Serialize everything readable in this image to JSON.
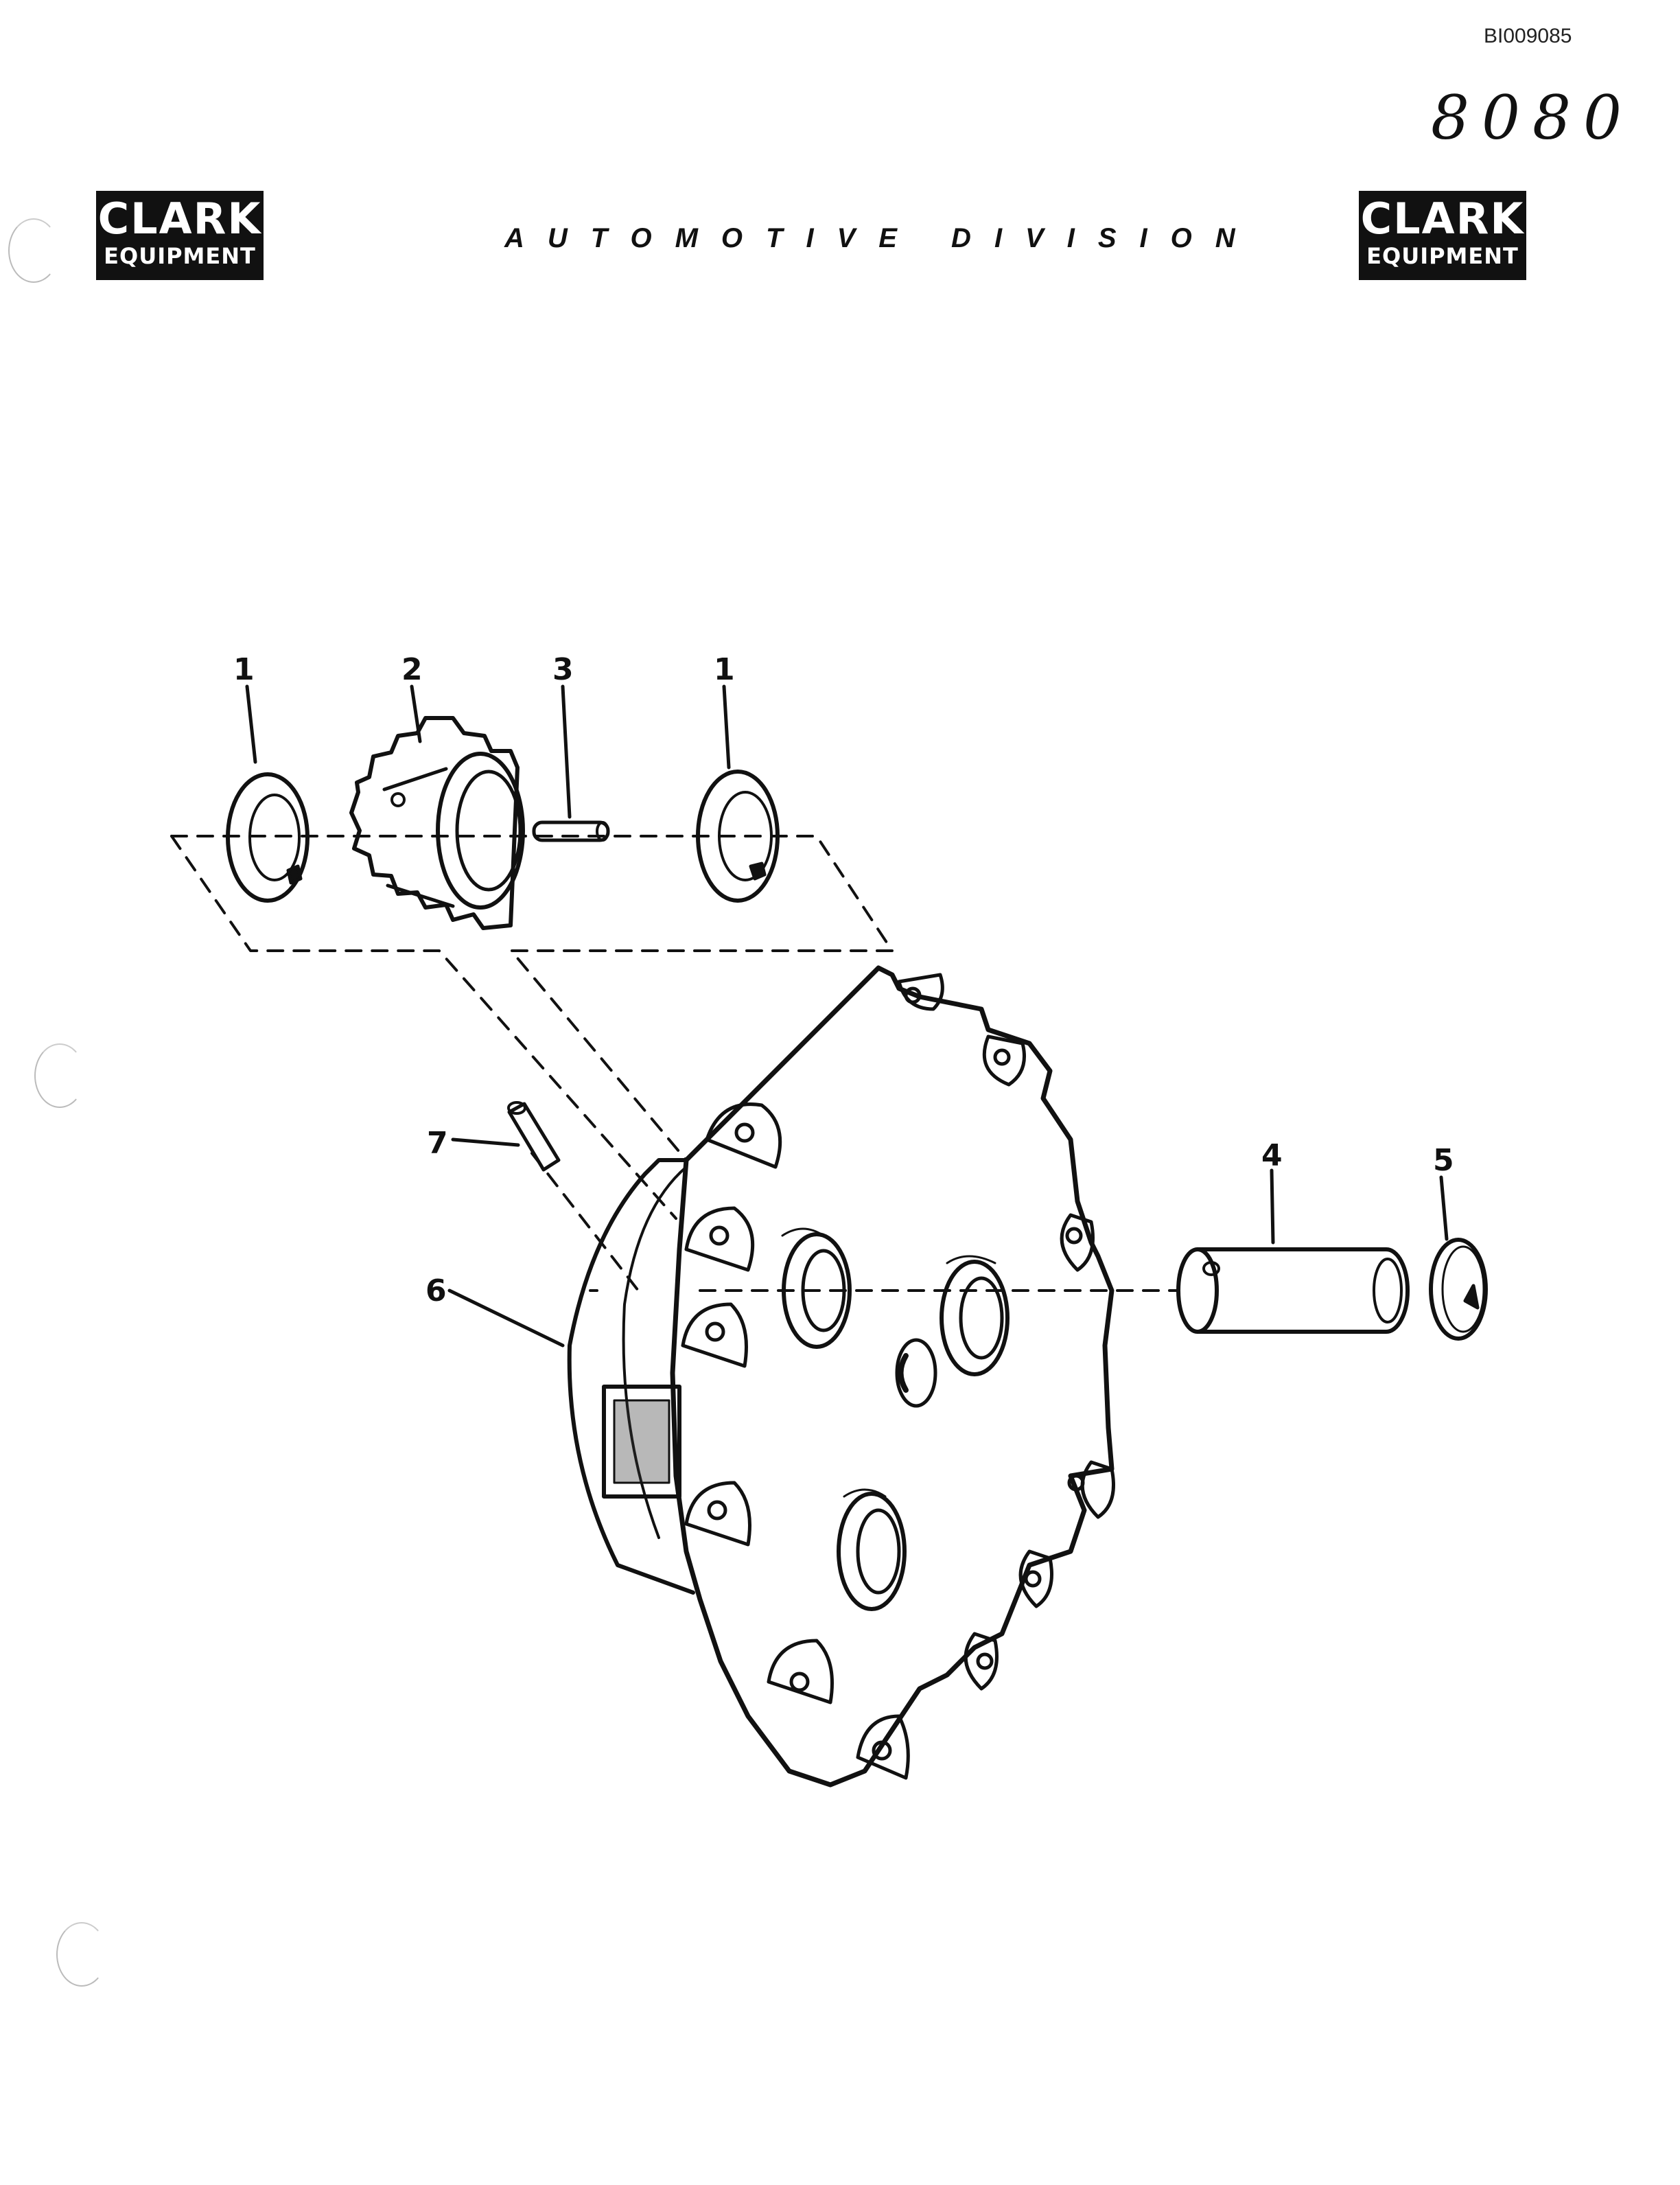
{
  "header": {
    "doc_id": "BI009085",
    "handwritten_number": "8080",
    "division": "AUTOMOTIVE DIVISION",
    "logo_left": {
      "line1": "CLARK",
      "line2": "EQUIPMENT"
    },
    "logo_right": {
      "line1": "CLARK",
      "line2": "EQUIPMENT"
    }
  },
  "diagram": {
    "callouts": [
      {
        "id": "c1a",
        "label": "1"
      },
      {
        "id": "c2",
        "label": "2"
      },
      {
        "id": "c3",
        "label": "3"
      },
      {
        "id": "c1b",
        "label": "1"
      },
      {
        "id": "c7",
        "label": "7"
      },
      {
        "id": "c6",
        "label": "6"
      },
      {
        "id": "c4",
        "label": "4"
      },
      {
        "id": "c5",
        "label": "5"
      }
    ]
  },
  "colors": {
    "ink": "#111111",
    "paper": "#ffffff"
  }
}
